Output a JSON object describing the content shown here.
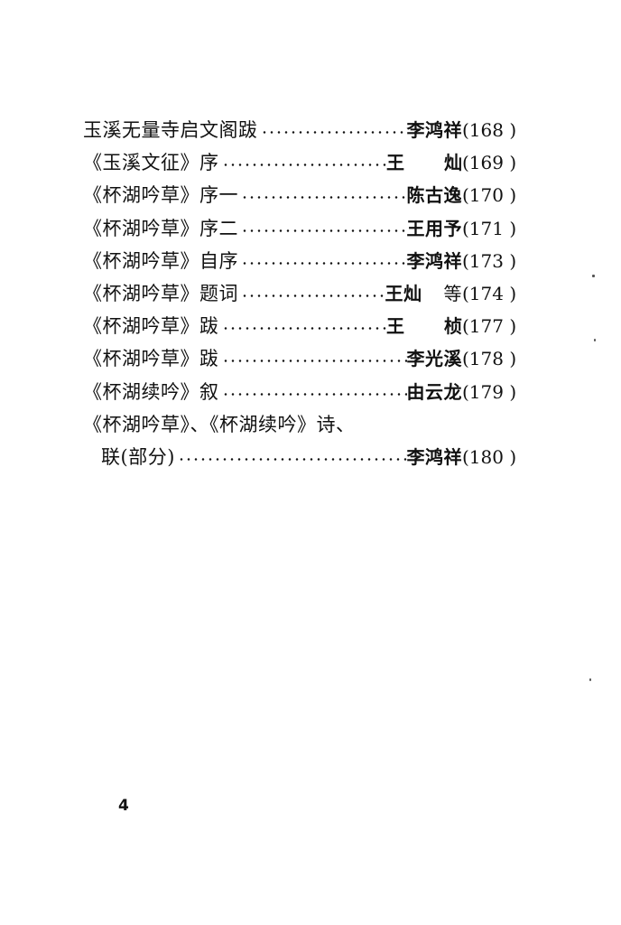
{
  "toc": {
    "entries": [
      {
        "title": "玉溪无量寺启文阁跋",
        "author": "李鸿祥",
        "page": "(168 )"
      },
      {
        "title": "《玉溪文征》序",
        "author_parts": [
          "王",
          "灿"
        ],
        "page": "(169 )"
      },
      {
        "title": "《杯湖吟草》序一",
        "author": "陈古逸",
        "page": "(170 )"
      },
      {
        "title": "《杯湖吟草》序二",
        "author": "王用予",
        "page": "(171 )"
      },
      {
        "title": "《杯湖吟草》自序",
        "author": "李鸿祥",
        "page": "(173 )"
      },
      {
        "title": "《杯湖吟草》题词",
        "author": "王灿",
        "author_suffix": "等",
        "page": "(174 )"
      },
      {
        "title": "《杯湖吟草》跋",
        "author_parts": [
          "王",
          "桢"
        ],
        "page": "(177 )"
      },
      {
        "title": "《杯湖吟草》跋",
        "author": "李光溪",
        "page": "(178 )"
      },
      {
        "title": "《杯湖续吟》叙",
        "author": "由云龙",
        "page": "(179 )"
      },
      {
        "title": "《杯湖吟草》、《杯湖续吟》诗、"
      },
      {
        "title": "联(部分)",
        "author": "李鸿祥",
        "page": "(180 )"
      }
    ]
  },
  "footer": {
    "page_number": "4"
  }
}
